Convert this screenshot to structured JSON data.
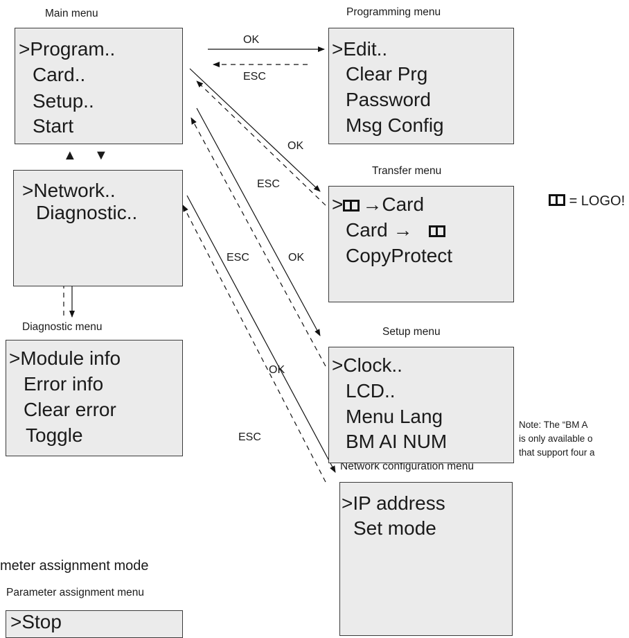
{
  "captions": {
    "main": "Main menu",
    "programming": "Programming menu",
    "transfer": "Transfer menu",
    "setup": "Setup menu",
    "network": "Network configuration menu",
    "diagnostic": "Diagnostic menu",
    "param_mode": "meter assignment mode",
    "param_menu": "Parameter assignment menu"
  },
  "main_menu": [
    ">Program..",
    "Card..",
    "Setup..",
    "Start"
  ],
  "sub_menu": [
    ">Network..",
    "Diagnostic.."
  ],
  "programming_menu": [
    ">Edit..",
    "Clear Prg",
    "Password",
    "Msg Config"
  ],
  "transfer_menu": {
    "line1_prefix": ">",
    "line1_suffix": "→Card",
    "line2_prefix": "Card →",
    "line3": "CopyProtect"
  },
  "setup_menu": [
    ">Clock..",
    "LCD..",
    "Menu Lang",
    "BM AI NUM"
  ],
  "diagnostic_menu": [
    ">Module info",
    "Error info",
    "Clear error",
    "Toggle"
  ],
  "network_menu": [
    ">IP address",
    "Set mode"
  ],
  "param_menu": [
    ">Stop"
  ],
  "legend": "= LOGO!",
  "scroll_arrows": {
    "up": "▲",
    "down": "▼"
  },
  "edge_labels": {
    "ok": "OK",
    "esc": "ESC"
  },
  "note": {
    "line1": "Note:  The “BM A",
    "line2": "is only available o",
    "line3": "that support four a"
  }
}
